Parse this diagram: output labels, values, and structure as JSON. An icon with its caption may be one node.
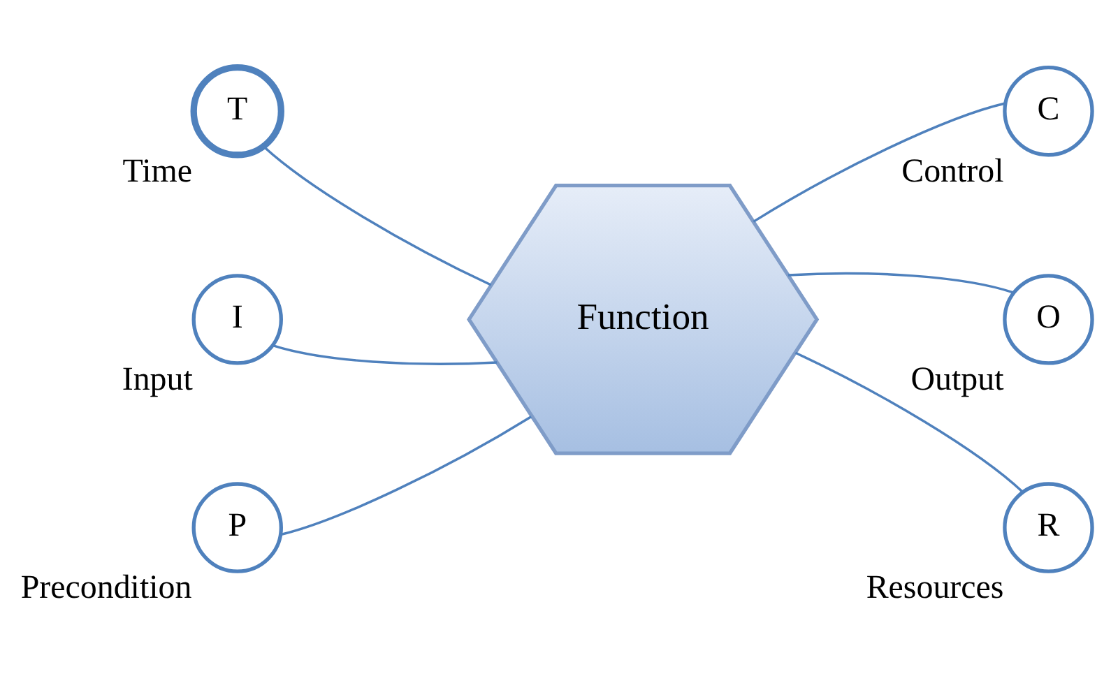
{
  "diagram": {
    "nodes": [
      {
        "text": [
          "T"
        ],
        "beside": [
          "Time"
        ]
      },
      {
        "text": [
          "C"
        ],
        "beside": [
          "Control"
        ]
      },
      {
        "text": [
          "Function"
        ]
      },
      {
        "text": [
          "I"
        ],
        "beside": [
          "Input"
        ]
      },
      {
        "text": [
          "O"
        ],
        "beside": [
          "Output"
        ]
      },
      {
        "text": [
          "P"
        ],
        "beside": [
          "Precondition"
        ]
      },
      {
        "text": [
          "R"
        ],
        "beside": [
          "Resources"
        ]
      }
    ],
    "edges": [
      {
        "from": 0,
        "to": 2,
        "arrow": "none"
      },
      {
        "from": 1,
        "to": 2,
        "arrow": "none"
      },
      {
        "from": 3,
        "to": 2,
        "arrow": "none"
      },
      {
        "from": 4,
        "to": 2,
        "arrow": "none"
      },
      {
        "from": 5,
        "to": 2,
        "arrow": "none"
      },
      {
        "from": 6,
        "to": 2,
        "arrow": "none"
      }
    ]
  }
}
